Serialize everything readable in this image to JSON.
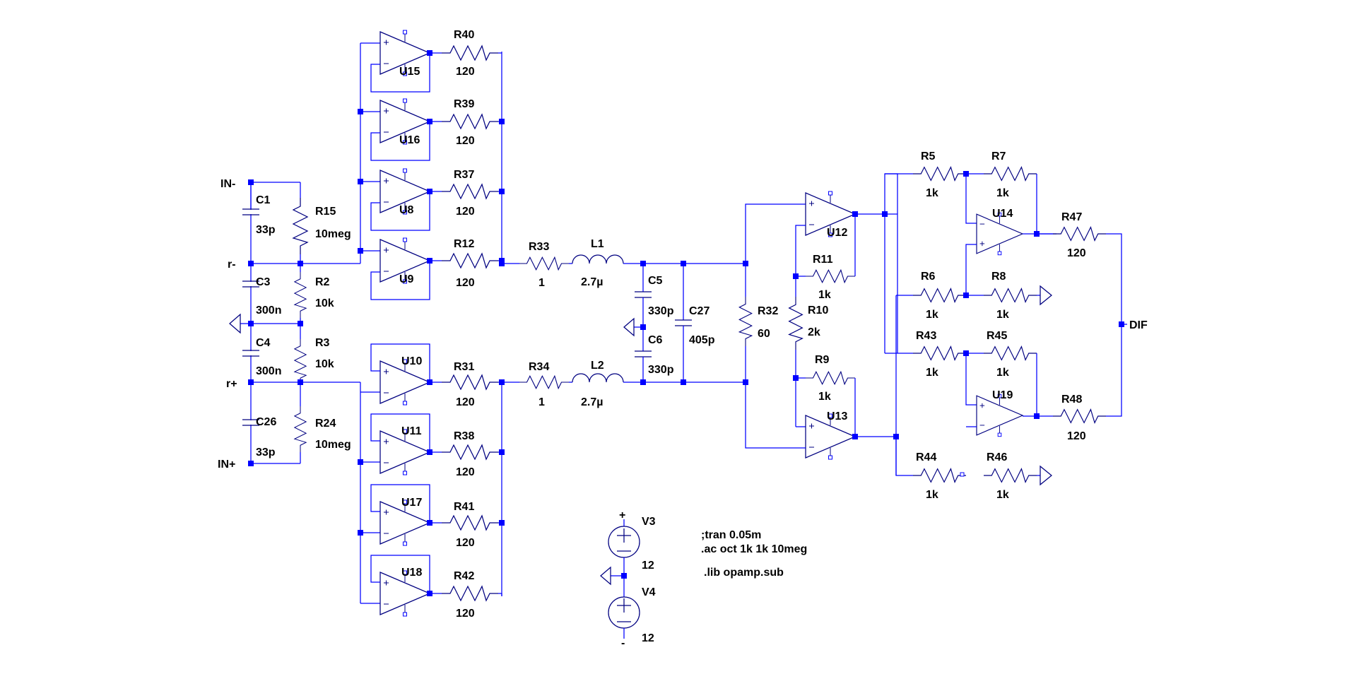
{
  "components": {
    "C1": {
      "ref": "C1",
      "value": "33p"
    },
    "C3": {
      "ref": "C3",
      "value": "300n"
    },
    "C4": {
      "ref": "C4",
      "value": "300n"
    },
    "C26": {
      "ref": "C26",
      "value": "33p"
    },
    "C5": {
      "ref": "C5",
      "value": "330p"
    },
    "C6": {
      "ref": "C6",
      "value": "330p"
    },
    "C27": {
      "ref": "C27",
      "value": "405p"
    },
    "R15": {
      "ref": "R15",
      "value": "10meg"
    },
    "R2": {
      "ref": "R2",
      "value": "10k"
    },
    "R3": {
      "ref": "R3",
      "value": "10k"
    },
    "R24": {
      "ref": "R24",
      "value": "10meg"
    },
    "R40": {
      "ref": "R40",
      "value": "120"
    },
    "R39": {
      "ref": "R39",
      "value": "120"
    },
    "R37": {
      "ref": "R37",
      "value": "120"
    },
    "R12": {
      "ref": "R12",
      "value": "120"
    },
    "R31": {
      "ref": "R31",
      "value": "120"
    },
    "R38": {
      "ref": "R38",
      "value": "120"
    },
    "R41": {
      "ref": "R41",
      "value": "120"
    },
    "R42": {
      "ref": "R42",
      "value": "120"
    },
    "R33": {
      "ref": "R33",
      "value": "1"
    },
    "R34": {
      "ref": "R34",
      "value": "1"
    },
    "L1": {
      "ref": "L1",
      "value": "2.7µ"
    },
    "L2": {
      "ref": "L2",
      "value": "2.7µ"
    },
    "R32": {
      "ref": "R32",
      "value": "60"
    },
    "R11": {
      "ref": "R11",
      "value": "1k"
    },
    "R10": {
      "ref": "R10",
      "value": "2k"
    },
    "R9": {
      "ref": "R9",
      "value": "1k"
    },
    "R5": {
      "ref": "R5",
      "value": "1k"
    },
    "R7": {
      "ref": "R7",
      "value": "1k"
    },
    "R6": {
      "ref": "R6",
      "value": "1k"
    },
    "R8": {
      "ref": "R8",
      "value": "1k"
    },
    "R43": {
      "ref": "R43",
      "value": "1k"
    },
    "R45": {
      "ref": "R45",
      "value": "1k"
    },
    "R44": {
      "ref": "R44",
      "value": "1k"
    },
    "R46": {
      "ref": "R46",
      "value": "1k"
    },
    "R47": {
      "ref": "R47",
      "value": "120"
    },
    "R48": {
      "ref": "R48",
      "value": "120"
    },
    "V3": {
      "ref": "V3",
      "value": "12"
    },
    "V4": {
      "ref": "V4",
      "value": "12"
    }
  },
  "opamps": {
    "U15": "U15",
    "U16": "U16",
    "U8": "U8",
    "U9": "U9",
    "U10": "U10",
    "U11": "U11",
    "U17": "U17",
    "U18": "U18",
    "U12": "U12",
    "U13": "U13",
    "U14": "U14",
    "U19": "U19"
  },
  "net_labels": {
    "in_minus": "IN-",
    "r_minus": "r-",
    "r_plus": "r+",
    "in_plus": "IN+",
    "dif": "DIF"
  },
  "directives": {
    "tran": ";tran 0.05m",
    "ac": ".ac oct 1k 1k 10meg",
    "lib": ".lib opamp.sub"
  },
  "symbols": {
    "plus": "+",
    "minus": "-"
  },
  "colors": {
    "wire": "#0000ff",
    "symbol": "#000080",
    "text": "#000000",
    "background": "#ffffff"
  }
}
